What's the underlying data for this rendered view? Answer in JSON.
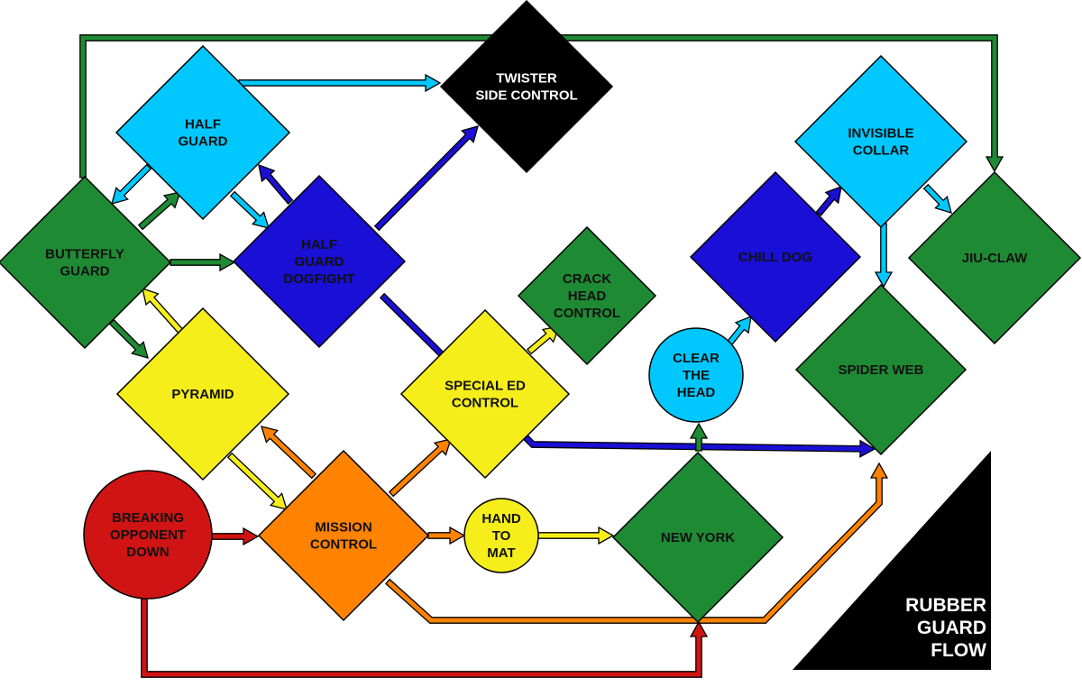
{
  "colors": {
    "green": "#1f8a34",
    "light_blue": "#00c8ff",
    "blue": "#1a0fd4",
    "yellow": "#f6ee1a",
    "orange": "#ff8200",
    "red": "#d01414",
    "black": "#000000"
  },
  "nodes": [
    {
      "id": "half-guard",
      "shape": "diamond",
      "color": "light_blue",
      "text_color": "black",
      "lines": [
        "HALF",
        "GUARD"
      ]
    },
    {
      "id": "twister-side-control",
      "shape": "diamond",
      "color": "black",
      "text_color": "white",
      "lines": [
        "TWISTER",
        "SIDE CONTROL"
      ]
    },
    {
      "id": "butterfly-guard",
      "shape": "diamond",
      "color": "green",
      "text_color": "black",
      "lines": [
        "BUTTERFLY",
        "GUARD"
      ]
    },
    {
      "id": "half-guard-dogfight",
      "shape": "diamond",
      "color": "blue",
      "text_color": "black",
      "lines": [
        "HALF",
        "GUARD",
        "DOGFIGHT"
      ]
    },
    {
      "id": "pyramid",
      "shape": "diamond",
      "color": "yellow",
      "text_color": "black",
      "lines": [
        "PYRAMID"
      ]
    },
    {
      "id": "special-ed-control",
      "shape": "diamond",
      "color": "yellow",
      "text_color": "black",
      "lines": [
        "SPECIAL ED",
        "CONTROL"
      ]
    },
    {
      "id": "crack-head-control",
      "shape": "diamond",
      "color": "green",
      "text_color": "black",
      "lines": [
        "CRACK",
        "HEAD",
        "CONTROL"
      ]
    },
    {
      "id": "breaking-opponent-down",
      "shape": "circle",
      "color": "red",
      "text_color": "black",
      "lines": [
        "BREAKING",
        "OPPONENT",
        "DOWN"
      ]
    },
    {
      "id": "mission-control",
      "shape": "diamond",
      "color": "orange",
      "text_color": "black",
      "lines": [
        "MISSION",
        "CONTROL"
      ]
    },
    {
      "id": "hand-to-mat",
      "shape": "circle",
      "color": "yellow",
      "text_color": "black",
      "lines": [
        "HAND",
        "TO",
        "MAT"
      ]
    },
    {
      "id": "new-york",
      "shape": "diamond",
      "color": "green",
      "text_color": "black",
      "lines": [
        "NEW YORK"
      ]
    },
    {
      "id": "clear-the-head",
      "shape": "circle",
      "color": "light_blue",
      "text_color": "black",
      "lines": [
        "CLEAR",
        "THE",
        "HEAD"
      ]
    },
    {
      "id": "chill-dog",
      "shape": "diamond",
      "color": "blue",
      "text_color": "black",
      "lines": [
        "CHILL DOG"
      ]
    },
    {
      "id": "invisible-collar",
      "shape": "diamond",
      "color": "light_blue",
      "text_color": "black",
      "lines": [
        "INVISIBLE",
        "COLLAR"
      ]
    },
    {
      "id": "jiu-claw",
      "shape": "diamond",
      "color": "green",
      "text_color": "black",
      "lines": [
        "JIU-CLAW"
      ]
    },
    {
      "id": "spider-web",
      "shape": "diamond",
      "color": "green",
      "text_color": "black",
      "lines": [
        "SPIDER WEB"
      ]
    }
  ],
  "edges": [
    {
      "from": "butterfly-guard",
      "to": "jiu-claw",
      "color": "green"
    },
    {
      "from": "half-guard",
      "to": "twister-side-control",
      "color": "light_blue"
    },
    {
      "from": "half-guard",
      "to": "butterfly-guard",
      "color": "light_blue"
    },
    {
      "from": "half-guard",
      "to": "half-guard-dogfight",
      "color": "light_blue"
    },
    {
      "from": "butterfly-guard",
      "to": "half-guard",
      "color": "green"
    },
    {
      "from": "butterfly-guard",
      "to": "half-guard-dogfight",
      "color": "green"
    },
    {
      "from": "butterfly-guard",
      "to": "pyramid",
      "color": "green"
    },
    {
      "from": "half-guard-dogfight",
      "to": "half-guard",
      "color": "blue"
    },
    {
      "from": "half-guard-dogfight",
      "to": "twister-side-control",
      "color": "blue"
    },
    {
      "from": "half-guard-dogfight",
      "to": "spider-web",
      "color": "blue"
    },
    {
      "from": "pyramid",
      "to": "butterfly-guard",
      "color": "yellow"
    },
    {
      "from": "pyramid",
      "to": "mission-control",
      "color": "yellow"
    },
    {
      "from": "mission-control",
      "to": "pyramid",
      "color": "orange"
    },
    {
      "from": "mission-control",
      "to": "special-ed-control",
      "color": "orange"
    },
    {
      "from": "mission-control",
      "to": "hand-to-mat",
      "color": "orange"
    },
    {
      "from": "mission-control",
      "to": "spider-web",
      "color": "orange"
    },
    {
      "from": "special-ed-control",
      "to": "crack-head-control",
      "color": "yellow"
    },
    {
      "from": "breaking-opponent-down",
      "to": "mission-control",
      "color": "red"
    },
    {
      "from": "breaking-opponent-down",
      "to": "new-york",
      "color": "red"
    },
    {
      "from": "hand-to-mat",
      "to": "new-york",
      "color": "yellow"
    },
    {
      "from": "new-york",
      "to": "clear-the-head",
      "color": "green"
    },
    {
      "from": "clear-the-head",
      "to": "chill-dog",
      "color": "light_blue"
    },
    {
      "from": "chill-dog",
      "to": "invisible-collar",
      "color": "blue"
    },
    {
      "from": "invisible-collar",
      "to": "jiu-claw",
      "color": "light_blue"
    },
    {
      "from": "invisible-collar",
      "to": "spider-web",
      "color": "light_blue"
    }
  ],
  "title_lines": [
    "RUBBER",
    "GUARD",
    "FLOW"
  ]
}
